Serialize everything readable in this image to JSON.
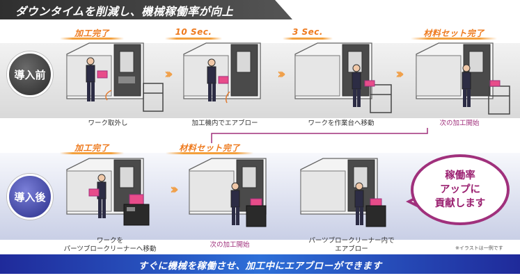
{
  "header": {
    "title": "ダウンタイムを削減し、機械稼働率が向上"
  },
  "before": {
    "badge": "導入前",
    "steps": [
      {
        "label": "加工完了",
        "caption": "ワーク取外し"
      },
      {
        "label": "10 Sec.",
        "caption": "加工機内でエアブロー"
      },
      {
        "label": "3 Sec.",
        "caption": "ワークを作業台へ移動"
      },
      {
        "label": "材料セット完了",
        "caption": "次の加工開始"
      }
    ]
  },
  "after": {
    "badge": "導入後",
    "steps": [
      {
        "label": "加工完了",
        "caption_line1": "ワークを",
        "caption_line2": "パーツブロークリーナーへ移動"
      },
      {
        "label": "材料セット完了",
        "caption": "次の加工開始"
      },
      {
        "caption_line1": "パーツブロークリーナー内で",
        "caption_line2": "エアブロー"
      }
    ]
  },
  "bubble": {
    "line1": "稼働率",
    "line2": "アップに",
    "line3": "貢献します"
  },
  "note": "※イラストは一例です",
  "bottom": {
    "text": "すぐに機械を稼働させ、加工中にエアブローができます"
  },
  "colors": {
    "accent_orange": "#ee7a1e",
    "accent_purple": "#a0307c",
    "bottom_blue": "#2d6fd8"
  }
}
